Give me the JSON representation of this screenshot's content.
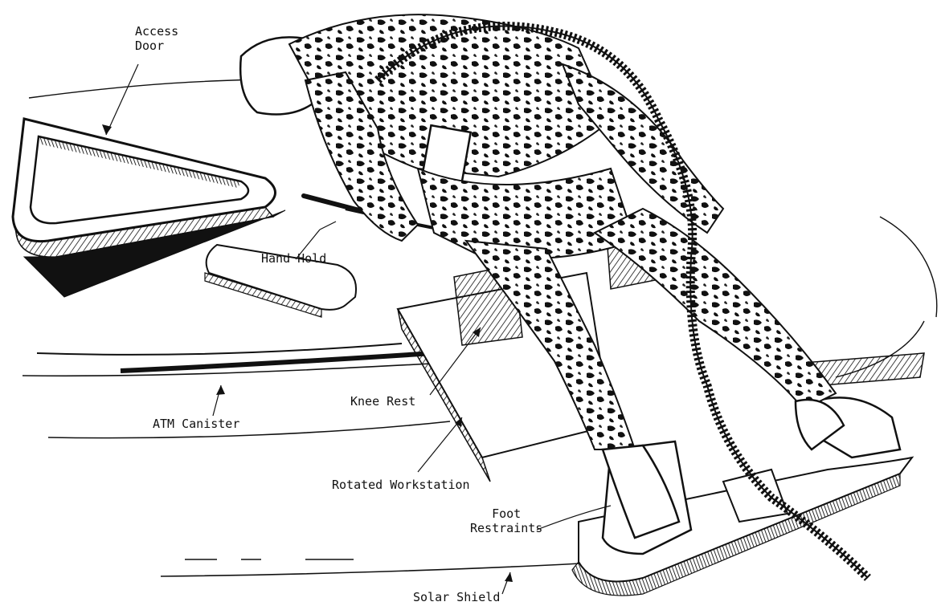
{
  "labels": {
    "access_door": [
      "Access",
      "Door"
    ],
    "hand_hold": "Hand Hold",
    "knee_rest": "Knee Rest",
    "atm_canister": "ATM Canister",
    "rotated_workstation": "Rotated Workstation",
    "foot_restraints": [
      "Foot",
      "Restraints"
    ],
    "solar_shield": "Solar Shield"
  },
  "colors": {
    "ink": "#111111",
    "paper": "#ffffff",
    "shade": "#444444"
  }
}
